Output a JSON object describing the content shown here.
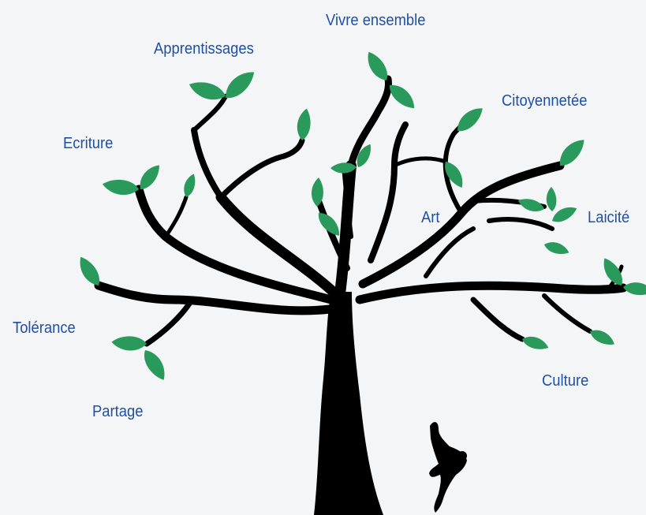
{
  "labels": {
    "vivre_ensemble": "Vivre ensemble",
    "apprentissages": "Apprentissages",
    "citoyennetee": "Citoyennetée",
    "ecriture": "Ecriture",
    "art": "Art",
    "laicite": "Laicité",
    "tolerance": "Tolérance",
    "culture": "Culture",
    "partage": "Partage"
  },
  "colors": {
    "background": "#f3f5f7",
    "label_text": "#1f4fa6",
    "tree": "#000000",
    "leaf": "#2a9a5c",
    "leaf_dark": "#1e7e4a"
  },
  "icons": {
    "tree": "tree-icon",
    "leaf": "leaf-icon",
    "climber": "climbing-person-icon"
  }
}
